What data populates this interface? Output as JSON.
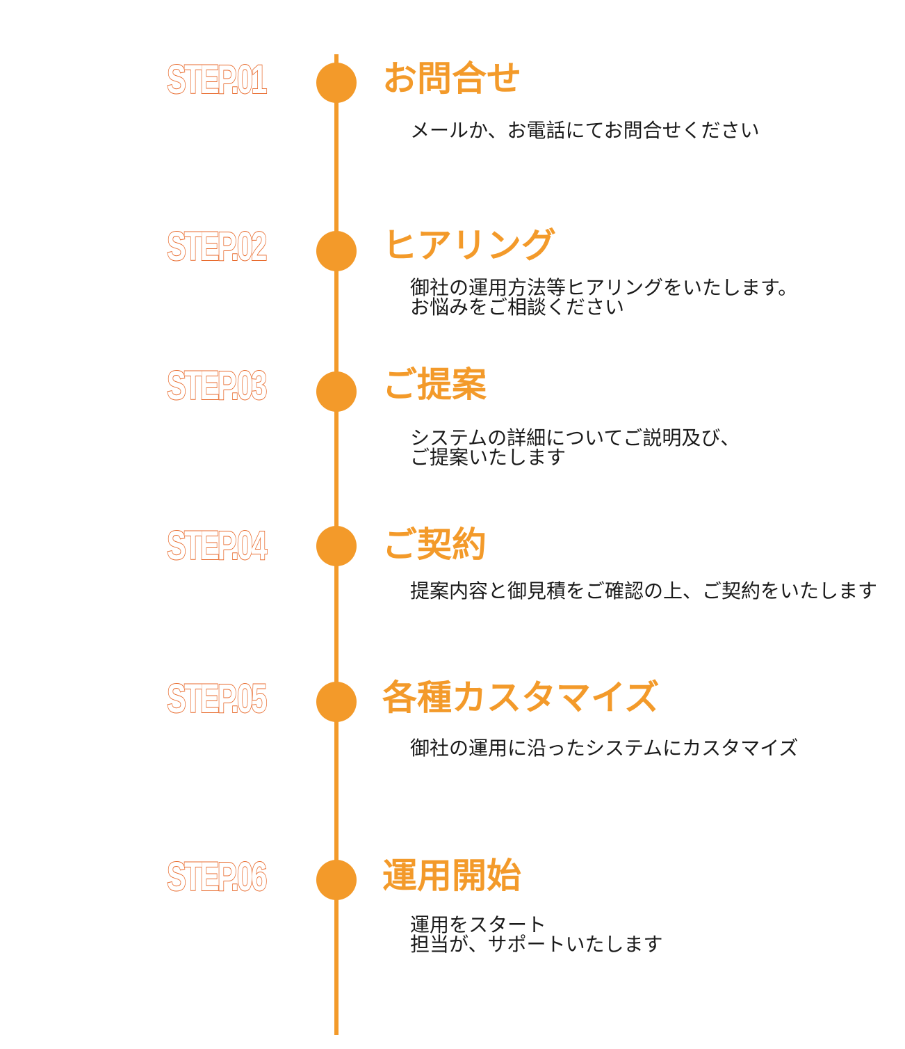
{
  "colors": {
    "accent": "#f39a2a",
    "label_outline": "#e86a2c",
    "text": "#1a1a1a"
  },
  "steps": [
    {
      "label": "STEP.01",
      "title": "お問合せ",
      "desc": [
        "メールか、お電話にてお問合せください"
      ]
    },
    {
      "label": "STEP.02",
      "title": "ヒアリング",
      "desc": [
        "御社の運用方法等ヒアリングをいたします。",
        "お悩みをご相談ください"
      ]
    },
    {
      "label": "STEP.03",
      "title": "ご提案",
      "desc": [
        "システムの詳細についてご説明及び、",
        "ご提案いたします"
      ]
    },
    {
      "label": "STEP.04",
      "title": "ご契約",
      "desc": [
        "提案内容と御見積をご確認の上、ご契約をいたします"
      ]
    },
    {
      "label": "STEP.05",
      "title": "各種カスタマイズ",
      "desc": [
        "御社の運用に沿ったシステムにカスタマイズ"
      ]
    },
    {
      "label": "STEP.06",
      "title": "運用開始",
      "desc": [
        "運用をスタート",
        "担当が、サポートいたします"
      ]
    }
  ]
}
